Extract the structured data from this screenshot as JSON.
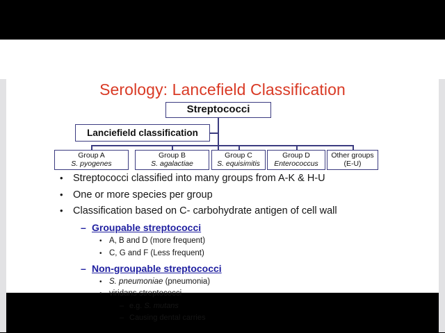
{
  "slide": {
    "title": "Serology: Lancefield Classification",
    "title_color": "#d93a25",
    "heading_color": "#1f1fa0",
    "box_border_color": "#3b3b80",
    "background_color": "#ffffff",
    "letterbox_color": "#000000"
  },
  "diagram": {
    "root": {
      "label": "Streptococci"
    },
    "branch": {
      "label": "Lanciefield classification"
    },
    "groups": [
      {
        "name": "Group A",
        "species": "S. pyogenes",
        "species_italic": true
      },
      {
        "name": "Group B",
        "species": "S. agalactiae",
        "species_italic": true
      },
      {
        "name": "Group C",
        "species": "S. equisimitis",
        "species_italic": true
      },
      {
        "name": "Group D",
        "species": "Enterococcus",
        "species_italic": true
      },
      {
        "name": "Other groups",
        "species": "(E-U)",
        "species_italic": false
      }
    ]
  },
  "bullets": {
    "marks": {
      "dot": "•",
      "dash": "–"
    },
    "level1": [
      "Streptococci classified into many groups from A-K & H-U",
      "One or more species per group",
      "Classification based on C- carbohydrate antigen of cell wall"
    ],
    "groupable": {
      "heading": "Groupable streptococci",
      "items": [
        "A, B and D (more frequent)",
        "C, G and F (Less frequent)"
      ]
    },
    "nongroupable": {
      "heading": "Non-groupable streptococci",
      "item_pneumo_italic": "S. pneumoniae",
      "item_pneumo_rest": " (pneumonia)",
      "item_viridans": "viridans streptococci",
      "sub": {
        "eg_prefix": "e.g. ",
        "eg_italic": "S. mutans",
        "caries": "Causing dental carries"
      }
    }
  }
}
